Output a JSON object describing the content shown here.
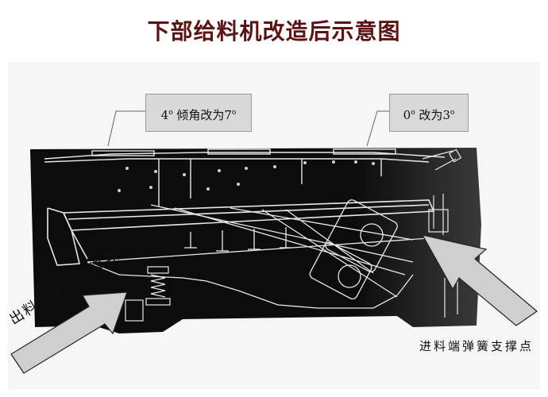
{
  "title": "下部给料机改造后示意图",
  "callouts": {
    "left": {
      "before": "4",
      "deg": "o",
      "mid": " 倾角改为7",
      "deg2": "o"
    },
    "right": {
      "before": "0",
      "deg": "o",
      "mid": " 改为3",
      "deg2": "o"
    }
  },
  "labels": {
    "discharge_support": "出料端弹簧支撑点",
    "feed_support": "进料端弹簧支撑点"
  },
  "colors": {
    "title": "#5a1414",
    "panel": "#0c0c0c",
    "lines": "#e8e8e8",
    "arrow": "#cfcfcf"
  }
}
